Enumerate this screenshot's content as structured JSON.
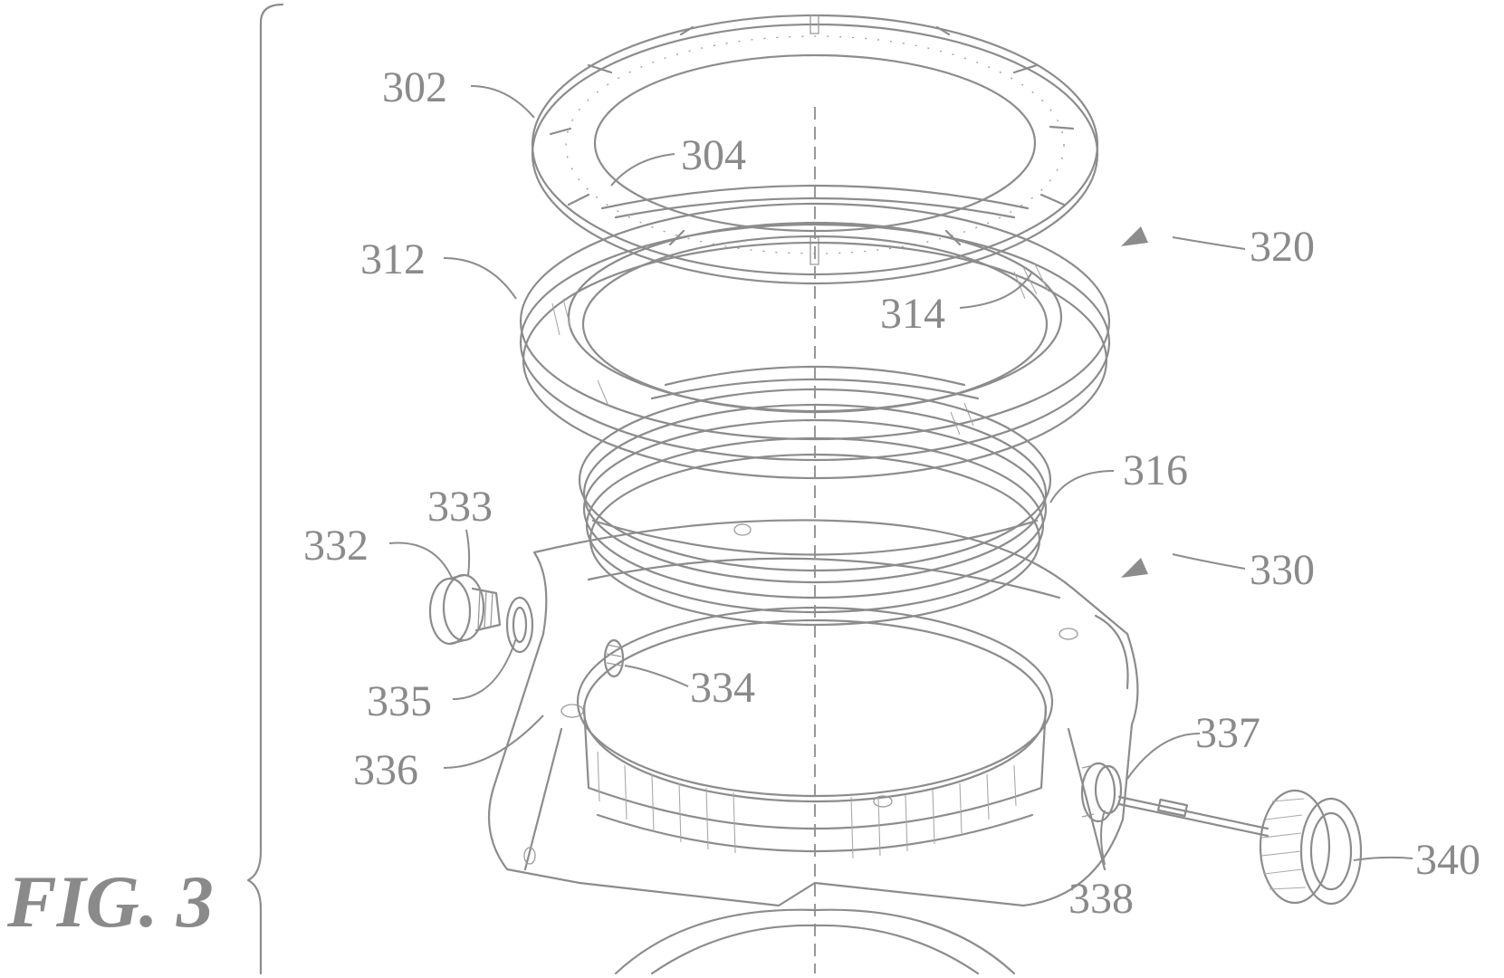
{
  "figure": {
    "title": "FIG. 3"
  },
  "reference_numerals": {
    "r302": "302",
    "r304": "304",
    "r312": "312",
    "r314": "314",
    "r316": "316",
    "r320": "320",
    "r330": "330",
    "r332": "332",
    "r333": "333",
    "r334": "334",
    "r335": "335",
    "r336": "336",
    "r337": "337",
    "r338": "338",
    "r340": "340"
  },
  "colors": {
    "line": "#8c8c8c",
    "background": "#ffffff"
  }
}
